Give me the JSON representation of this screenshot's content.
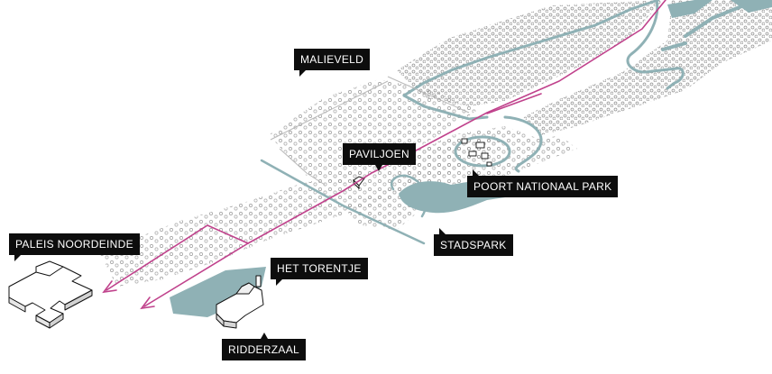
{
  "labels": {
    "malieveld": "MALIEVELD",
    "paviljoen": "PAVILJOEN",
    "poort": "POORT NATIONAAL PARK",
    "stadspark": "STADSPARK",
    "paleis": "PALEIS NOORDEINDE",
    "torentje": "HET TORENTJE",
    "ridderzaal": "RIDDERZAAL"
  },
  "colors": {
    "route": "#c0428c",
    "water": "#8fb1b5",
    "label_bg": "#0d0d0d",
    "label_text": "#ffffff",
    "tree_stroke": "#9a9a9a"
  }
}
